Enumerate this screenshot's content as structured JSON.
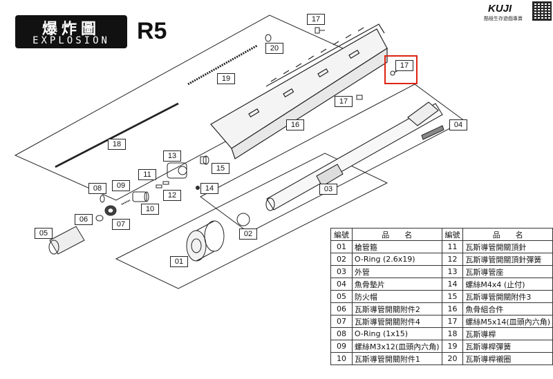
{
  "title": {
    "zh": "爆炸圖",
    "en": "EXPLOSION"
  },
  "model": "R5",
  "logo": {
    "text": "KUJI",
    "subtitle": "酷極生存遊戲專賣"
  },
  "callouts": [
    {
      "id": "c17a",
      "label": "17"
    },
    {
      "id": "c20",
      "label": "20"
    },
    {
      "id": "c19",
      "label": "19"
    },
    {
      "id": "c17b",
      "label": "17"
    },
    {
      "id": "c17c",
      "label": "17"
    },
    {
      "id": "c16",
      "label": "16"
    },
    {
      "id": "c18",
      "label": "18"
    },
    {
      "id": "c04",
      "label": "04"
    },
    {
      "id": "c13",
      "label": "13"
    },
    {
      "id": "c15",
      "label": "15"
    },
    {
      "id": "c11",
      "label": "11"
    },
    {
      "id": "c14",
      "label": "14"
    },
    {
      "id": "c12",
      "label": "12"
    },
    {
      "id": "c08",
      "label": "08"
    },
    {
      "id": "c09",
      "label": "09"
    },
    {
      "id": "c03",
      "label": "03"
    },
    {
      "id": "c10",
      "label": "10"
    },
    {
      "id": "c06",
      "label": "06"
    },
    {
      "id": "c07",
      "label": "07"
    },
    {
      "id": "c02",
      "label": "02"
    },
    {
      "id": "c05",
      "label": "05"
    },
    {
      "id": "c01",
      "label": "01"
    }
  ],
  "table": {
    "headers": [
      "編號",
      "品　　名",
      "編號",
      "品　　名"
    ],
    "rows": [
      [
        "01",
        "槍管箍",
        "11",
        "瓦斯導管開關頂針"
      ],
      [
        "02",
        "O-Ring (2.6x19)",
        "12",
        "瓦斯導管開關頂針彈簧"
      ],
      [
        "03",
        "外管",
        "13",
        "瓦斯導管座"
      ],
      [
        "04",
        "魚骨墊片",
        "14",
        "螺絲M4x4 (止付)"
      ],
      [
        "05",
        "防火帽",
        "15",
        "瓦斯導管開關附件3"
      ],
      [
        "06",
        "瓦斯導管開關附件2",
        "16",
        "魚骨組合件"
      ],
      [
        "07",
        "瓦斯導管開關附件4",
        "17",
        "螺絲M5x14(皿頭內六角)"
      ],
      [
        "08",
        "O-Ring (1x15)",
        "18",
        "瓦斯導桿"
      ],
      [
        "09",
        "螺絲M3x12(皿頭內六角)",
        "19",
        "瓦斯導桿彈簧"
      ],
      [
        "10",
        "瓦斯導管開關附件1",
        "20",
        "瓦斯導桿襯圈"
      ]
    ]
  }
}
